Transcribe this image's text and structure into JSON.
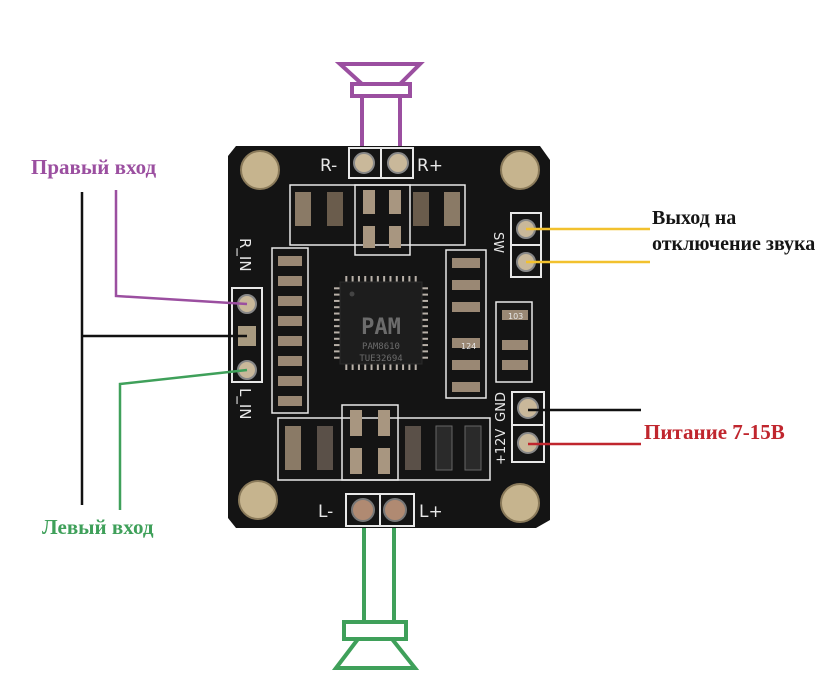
{
  "title": "PAM8610 amplifier board wiring diagram",
  "labels": {
    "right_input": "Правый вход",
    "left_input": "Левый вход",
    "mute_output": "Выход на отключение звука",
    "power": "Питание 7-15В"
  },
  "board": {
    "chip_logo": "PAM",
    "chip_model": "PAM8610",
    "chip_lot": "TUE32694",
    "silkscreen": {
      "r_minus": "R-",
      "r_plus": "R+",
      "l_minus": "L-",
      "l_plus": "L+",
      "r_in": "R_IN",
      "l_in": "L_IN",
      "sw": "SW",
      "gnd": "GND",
      "v12": "+12V",
      "res_103": "103",
      "res_124": "124"
    }
  },
  "colors": {
    "right_channel": "#9b4fa0",
    "left_channel": "#3fa05a",
    "mute": "#f2c12e",
    "ground": "#111111",
    "power_positive": "#c0262e",
    "pcb": "#141414",
    "silk": "#e8e8e8",
    "pad": "#c9b89a"
  }
}
